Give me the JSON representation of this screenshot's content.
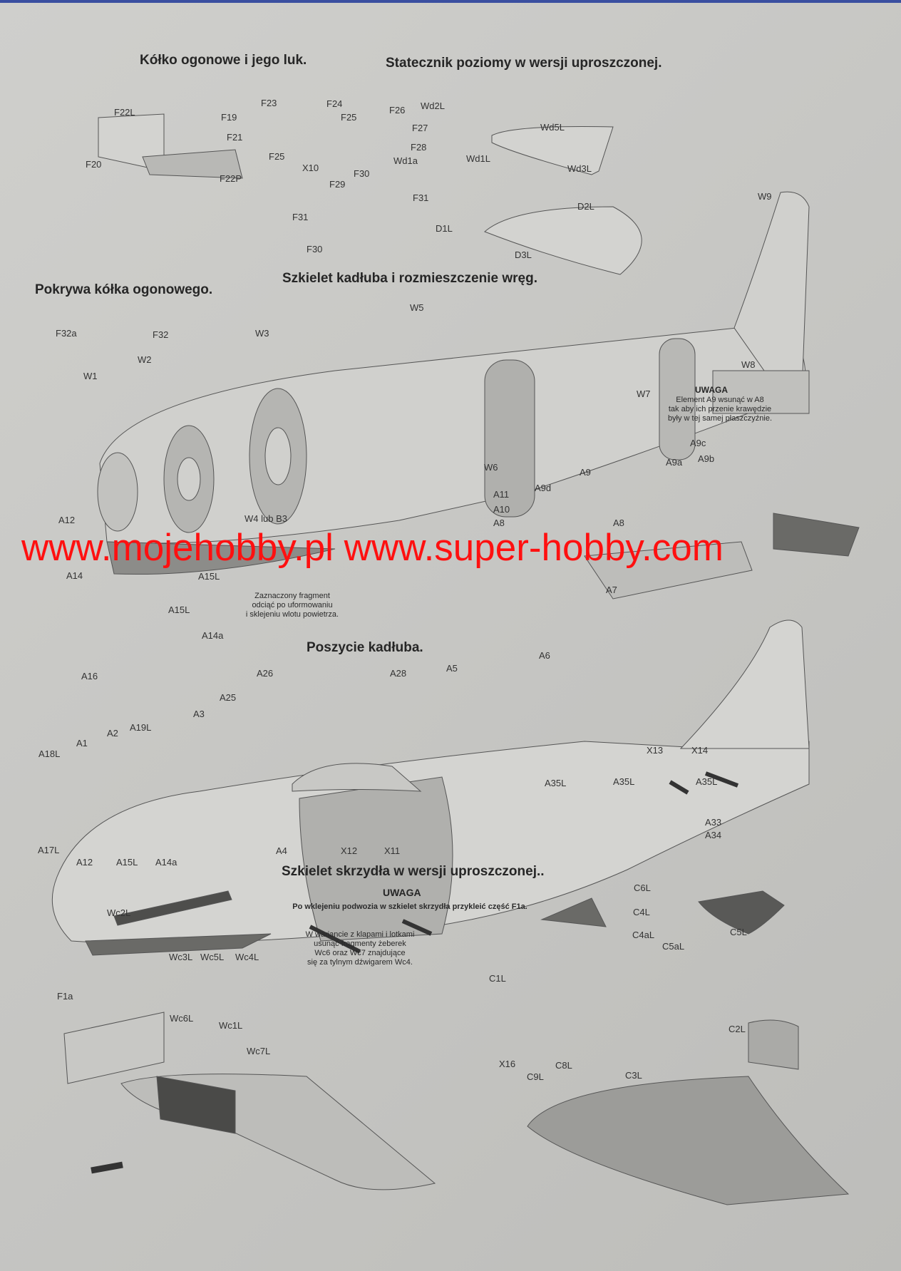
{
  "titles": {
    "tail_wheel": "Kółko ogonowe i jego luk.",
    "stabilizer": "Statecznik poziomy w wersji uproszczonej.",
    "tail_wheel_cover": "Pokrywa kółka ogonowego.",
    "fuselage_frame": "Szkielet kadłuba i rozmieszczenie wręg.",
    "fuselage_skin": "Poszycie kadłuba.",
    "wing_frame": "Szkielet skrzydła w wersji uproszczonej.."
  },
  "notes": {
    "uwaga_right_title": "UWAGA",
    "uwaga_right_text": "Element A9 wsunąć w A8\ntak aby ich przenie krawędzie\nbyły w tej samej płaszczyźnie.",
    "intake_text": "Zaznaczony fragment\nodciąć po uformowaniu\ni sklejeniu wlotu powietrza.",
    "uwaga_wing_title": "UWAGA",
    "uwaga_wing_text": "Po wklejeniu podwozia w szkielet skrzydła przykleić część F1a.",
    "flaps_text": "W wariancie z klapami i lotkami\nusunąć fragmenty żeberek\nWc6 oraz Wc7 znajdujące\nsię za tylnym dźwigarem Wc4."
  },
  "watermark": "www.mojehobby.pl www.super-hobby.com",
  "labels": [
    "F22L",
    "F19",
    "F21",
    "F20",
    "F22P",
    "F23",
    "F24",
    "F25",
    "F25",
    "X10",
    "F26",
    "Wd2L",
    "F27",
    "Wd5L",
    "F28",
    "Wd1a",
    "Wd1L",
    "Wd3L",
    "F30",
    "F29",
    "F31",
    "D2L",
    "D1L",
    "F31",
    "F30",
    "D3L",
    "W9",
    "F32a",
    "F32",
    "W5",
    "W3",
    "W2",
    "W1",
    "W8",
    "W7",
    "W6",
    "A9c",
    "A9a",
    "A9b",
    "A9",
    "A9d",
    "A11",
    "A10",
    "A12",
    "W4 lub B3",
    "A8",
    "A8",
    "A14",
    "A7",
    "A15L",
    "A15L",
    "A14a",
    "A16",
    "A26",
    "A28",
    "A5",
    "A6",
    "A25",
    "A3",
    "A19L",
    "A2",
    "A1",
    "A18L",
    "X13",
    "X14",
    "A35L",
    "A35L",
    "A35L",
    "A33",
    "A34",
    "A17L",
    "A4",
    "X12",
    "X11",
    "A12",
    "A15L",
    "A14a",
    "Wc2L",
    "C6L",
    "C4L",
    "C4aL",
    "C5L",
    "C5aL",
    "Wc3L",
    "Wc5L",
    "Wc4L",
    "C1L",
    "F1a",
    "Wc6L",
    "Wc1L",
    "C2L",
    "Wc7L",
    "X16",
    "C8L",
    "C9L",
    "C3L"
  ],
  "colors": {
    "watermark": "#ff1010",
    "part_light": "#d6d6d3",
    "part_mid": "#a9a9a6",
    "part_dark": "#595957"
  }
}
